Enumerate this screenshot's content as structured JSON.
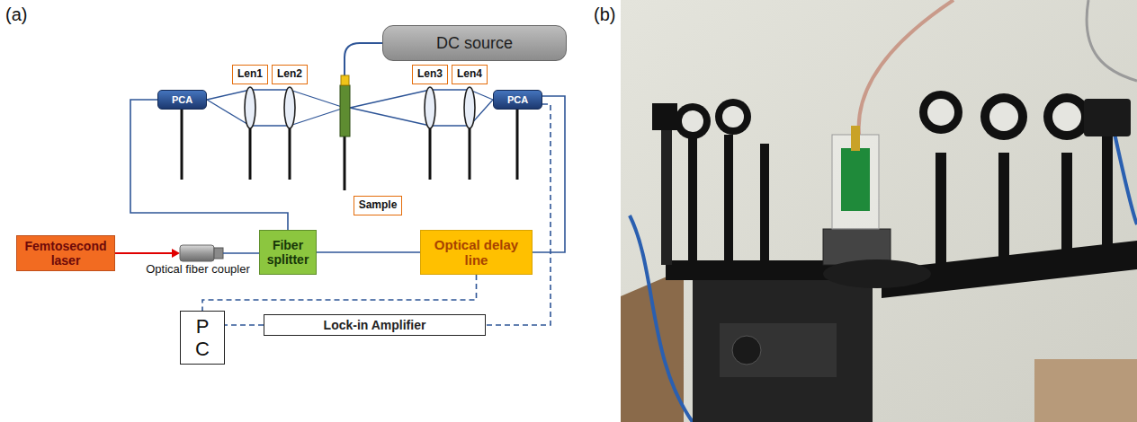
{
  "diagram": {
    "nodes": [
      {
        "text": [
          "DC source"
        ]
      },
      {
        "text": [
          "PCA"
        ]
      },
      {
        "text": [
          "Len1"
        ]
      },
      {
        "text": [
          "Len2"
        ]
      },
      {
        "text": [
          "Sample"
        ]
      },
      {
        "text": [
          "Len3"
        ]
      },
      {
        "text": [
          "Len4"
        ]
      },
      {
        "text": [
          "PCA"
        ]
      },
      {
        "text": [
          "Femtosecond laser"
        ]
      },
      {
        "text": [
          "Fiber splitter"
        ]
      },
      {
        "text": [
          "Optical delay line"
        ]
      },
      {
        "text": [
          "P C"
        ]
      },
      {
        "text": [
          "Lock-in Amplifier"
        ]
      }
    ],
    "edges": [
      {
        "from": 9,
        "to": 1,
        "arrow": "none"
      },
      {
        "from": 9,
        "to": 10,
        "arrow": "none"
      },
      {
        "from": 10,
        "to": 7,
        "arrow": "none"
      },
      {
        "from": 7,
        "to": 12,
        "arrow": "none"
      },
      {
        "from": 12,
        "to": 11,
        "arrow": "none"
      },
      {
        "from": 10,
        "to": 11,
        "arrow": "none"
      }
    ],
    "labels": [
      "(a)",
      "(b)",
      "Optical fiber coupler"
    ]
  }
}
